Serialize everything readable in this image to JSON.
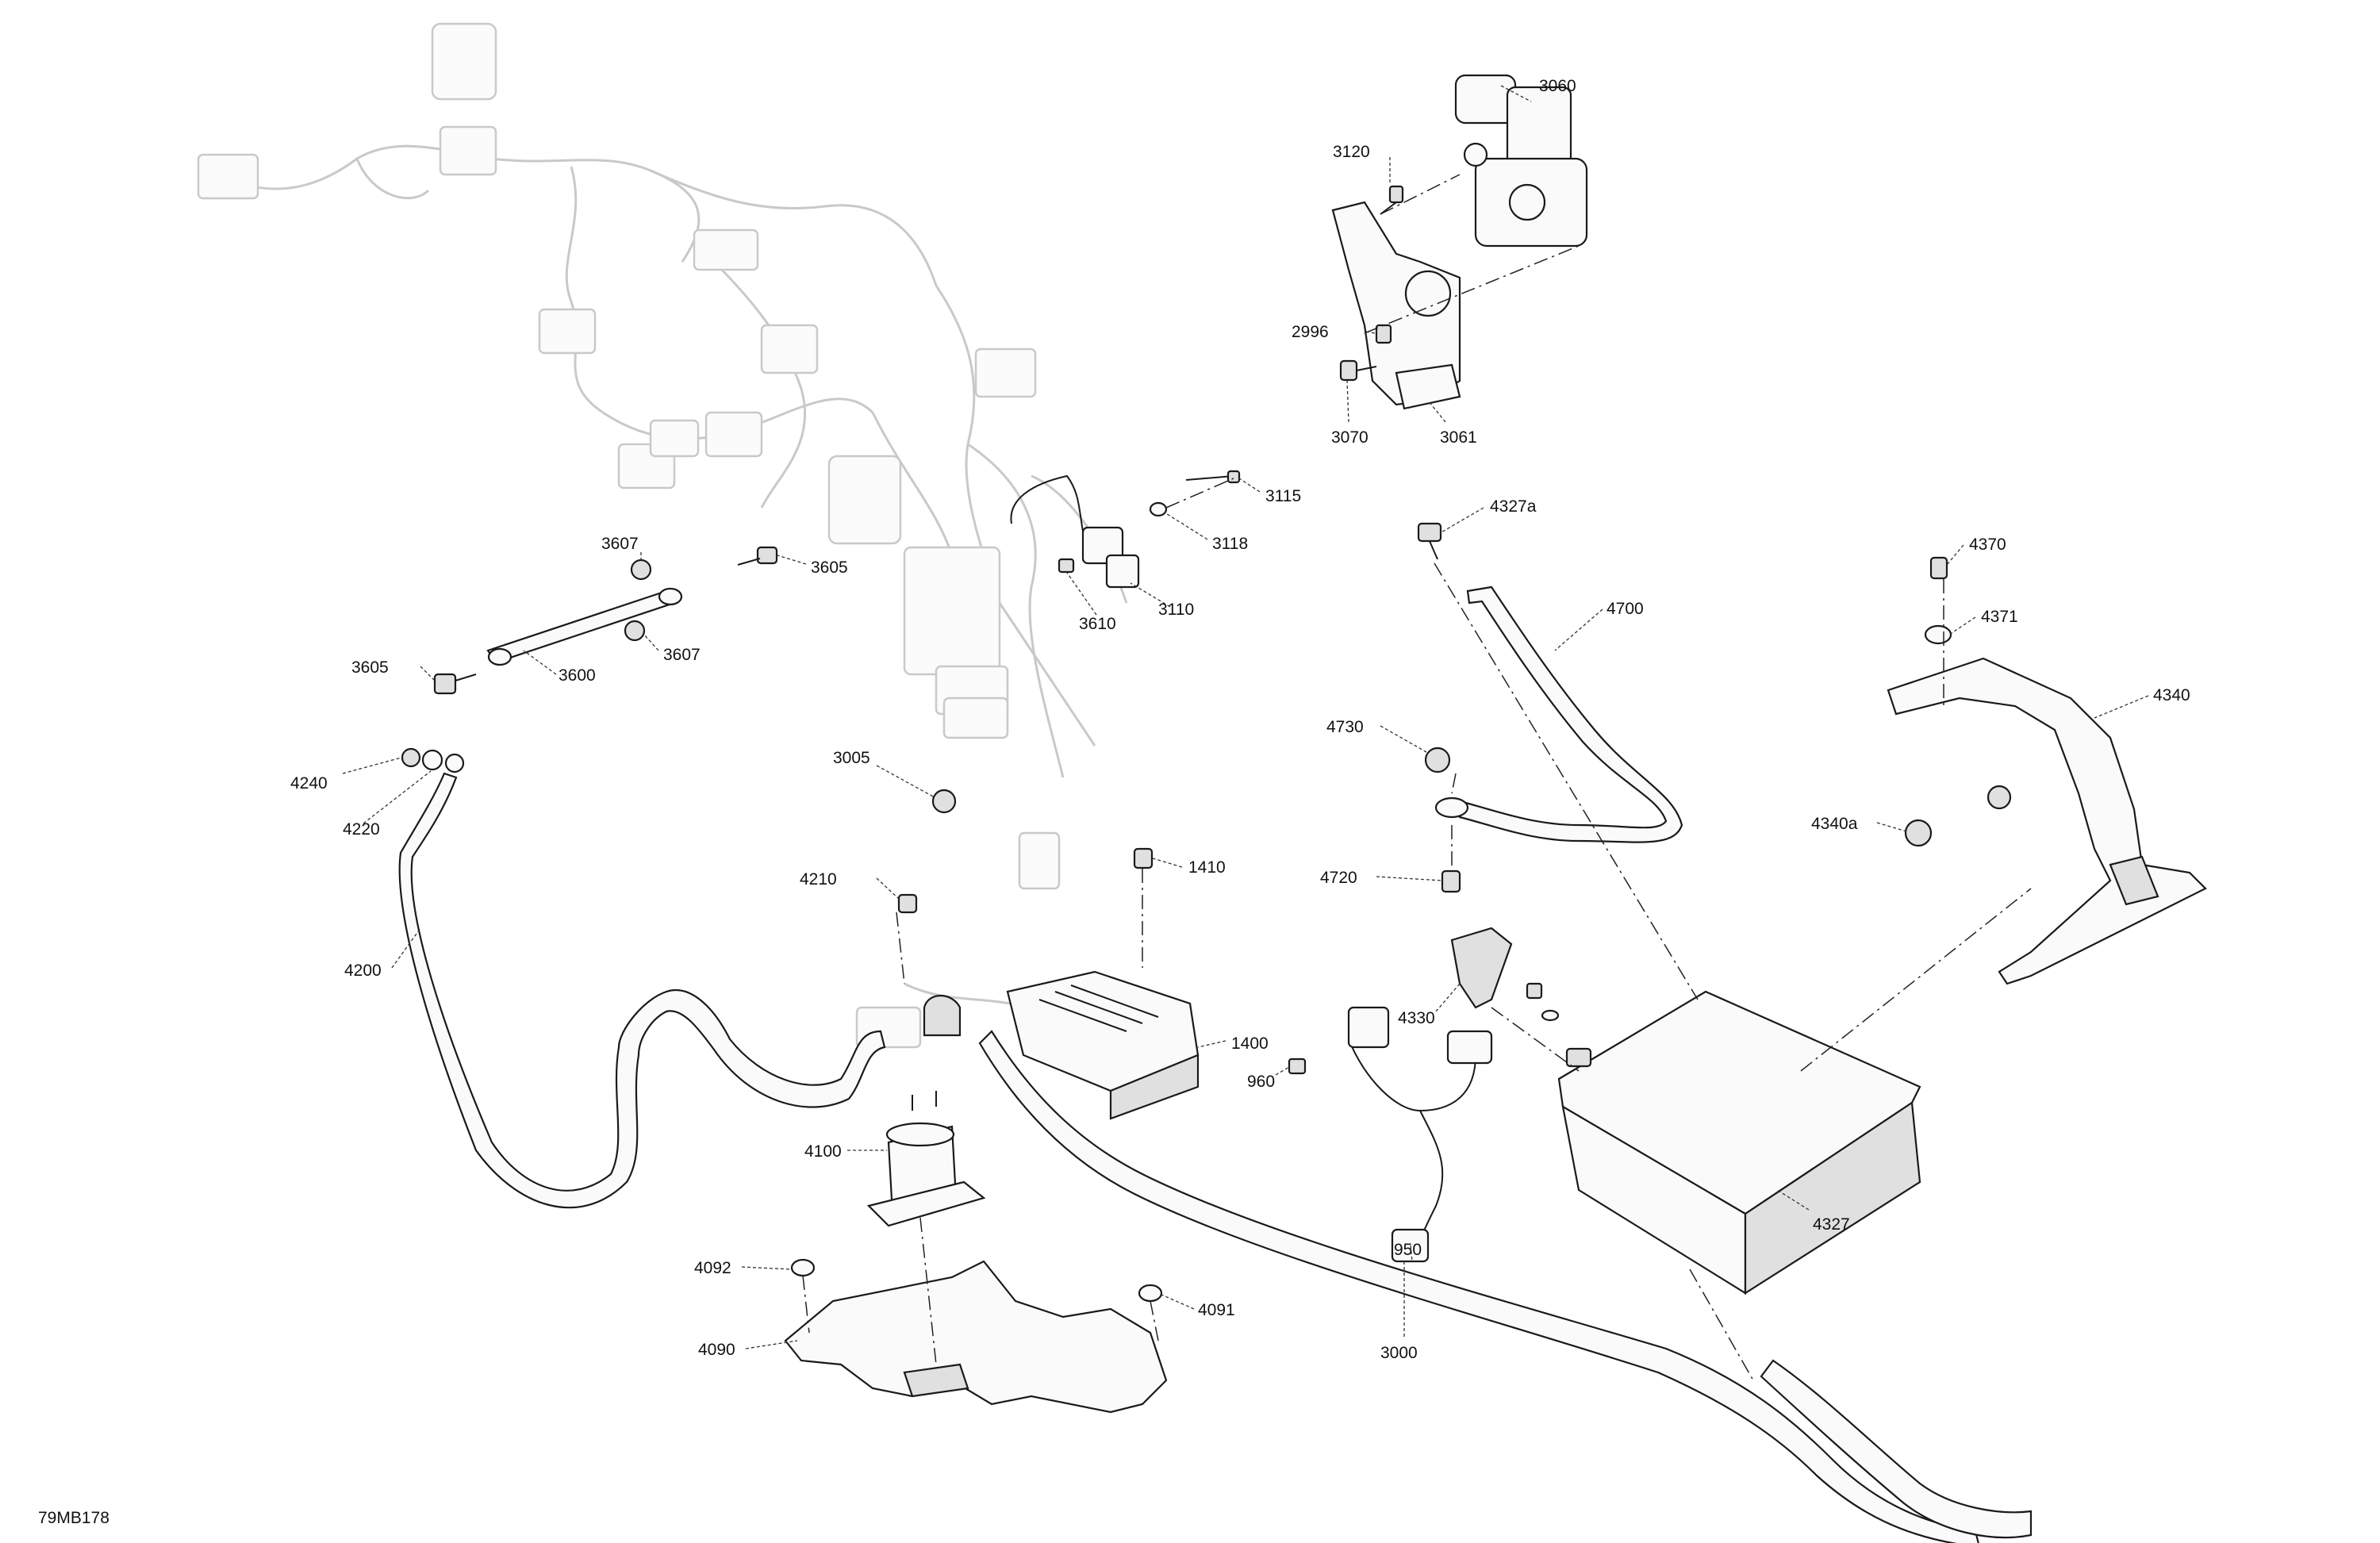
{
  "diagram_code": "79MB178",
  "callouts": [
    {
      "id": "3060",
      "text": "3060"
    },
    {
      "id": "3120",
      "text": "3120"
    },
    {
      "id": "2996",
      "text": "2996"
    },
    {
      "id": "3070",
      "text": "3070"
    },
    {
      "id": "3061",
      "text": "3061"
    },
    {
      "id": "3115",
      "text": "3115"
    },
    {
      "id": "3118",
      "text": "3118"
    },
    {
      "id": "3110",
      "text": "3110"
    },
    {
      "id": "3610",
      "text": "3610"
    },
    {
      "id": "3607a",
      "text": "3607"
    },
    {
      "id": "3605a",
      "text": "3605"
    },
    {
      "id": "3605b",
      "text": "3605"
    },
    {
      "id": "3600",
      "text": "3600"
    },
    {
      "id": "3607b",
      "text": "3607"
    },
    {
      "id": "4240",
      "text": "4240"
    },
    {
      "id": "4220",
      "text": "4220"
    },
    {
      "id": "3005",
      "text": "3005"
    },
    {
      "id": "4327a",
      "text": "4327a"
    },
    {
      "id": "4700",
      "text": "4700"
    },
    {
      "id": "4370",
      "text": "4370"
    },
    {
      "id": "4371",
      "text": "4371"
    },
    {
      "id": "4340",
      "text": "4340"
    },
    {
      "id": "4730",
      "text": "4730"
    },
    {
      "id": "4720",
      "text": "4720"
    },
    {
      "id": "4340a",
      "text": "4340a"
    },
    {
      "id": "4210",
      "text": "4210"
    },
    {
      "id": "1410",
      "text": "1410"
    },
    {
      "id": "4200",
      "text": "4200"
    },
    {
      "id": "4330",
      "text": "4330"
    },
    {
      "id": "1400",
      "text": "1400"
    },
    {
      "id": "960",
      "text": "960"
    },
    {
      "id": "4100",
      "text": "4100"
    },
    {
      "id": "950",
      "text": "950"
    },
    {
      "id": "4327",
      "text": "4327"
    },
    {
      "id": "4092",
      "text": "4092"
    },
    {
      "id": "4091",
      "text": "4091"
    },
    {
      "id": "4090",
      "text": "4090"
    },
    {
      "id": "3000",
      "text": "3000"
    }
  ]
}
